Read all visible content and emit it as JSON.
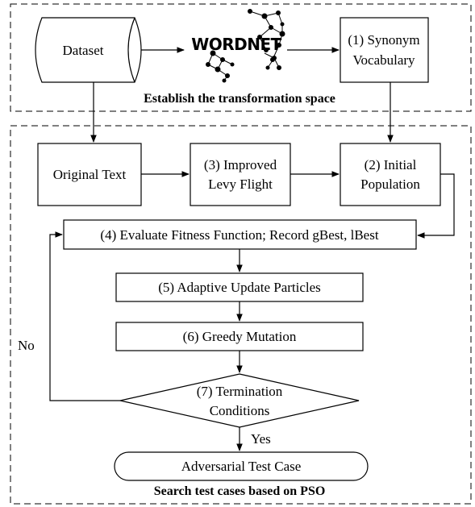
{
  "sections": {
    "top_title": "Establish the transformation space",
    "bottom_title": "Search test cases based on PSO"
  },
  "nodes": {
    "dataset": "Dataset",
    "wordnet": "WORDNET",
    "synonym_1": "(1) Synonym",
    "synonym_2": "Vocabulary",
    "original_text": "Original Text",
    "levy_1": "(3) Improved",
    "levy_2": "Levy Flight",
    "initial_1": "(2) Initial",
    "initial_2": "Population",
    "evaluate": "(4) Evaluate Fitness Function; Record gBest, lBest",
    "adaptive": "(5) Adaptive Update Particles",
    "greedy": "(6) Greedy Mutation",
    "termination_1": "(7) Termination",
    "termination_2": "Conditions",
    "adversarial": "Adversarial Test Case"
  },
  "edges": {
    "no": "No",
    "yes": "Yes"
  }
}
